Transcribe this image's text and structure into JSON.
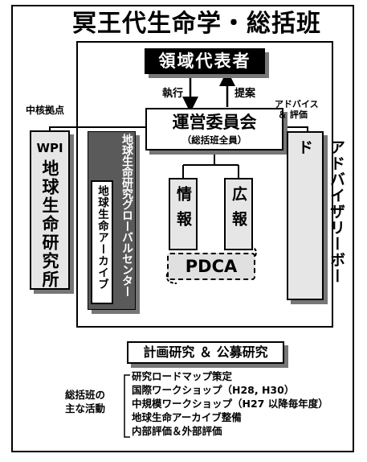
{
  "title": "冥王代生命学・総括班",
  "representative": "領域代表者",
  "label_execution": "執行",
  "label_proposal": "提案",
  "steering": {
    "title": "運営委員会",
    "subtitle": "（総括班全員）"
  },
  "label_core_base": "中核拠点",
  "wpi": {
    "prefix": "WPI",
    "name": "地球生命研究所"
  },
  "global_center": "地球生命研究グローバルセンター",
  "archive": "地球生命アーカイブ",
  "info": "情報",
  "pr": "広報",
  "pdca": "PDCA",
  "label_advice_line1": "アドバイス",
  "label_advice_line2": "＆ 評価",
  "advisory_board": "アドバイザリーボード",
  "research": "計画研究 ＆ 公募研究",
  "activities_label_line1": "総括班の",
  "activities_label_line2": "主な活動",
  "activities": [
    "研究ロードマップ策定",
    "国際ワークショップ（H28, H30）",
    "中規模ワークショップ（H27 以降毎年度）",
    "地球生命アーカイブ整備",
    "内部評価＆外部評価"
  ],
  "colors": {
    "representative_bg": "#000000",
    "global_center_bg": "#5a5a5a",
    "panel_bg": "#e6e6e6",
    "pdca_bg": "#e0e0e0"
  }
}
